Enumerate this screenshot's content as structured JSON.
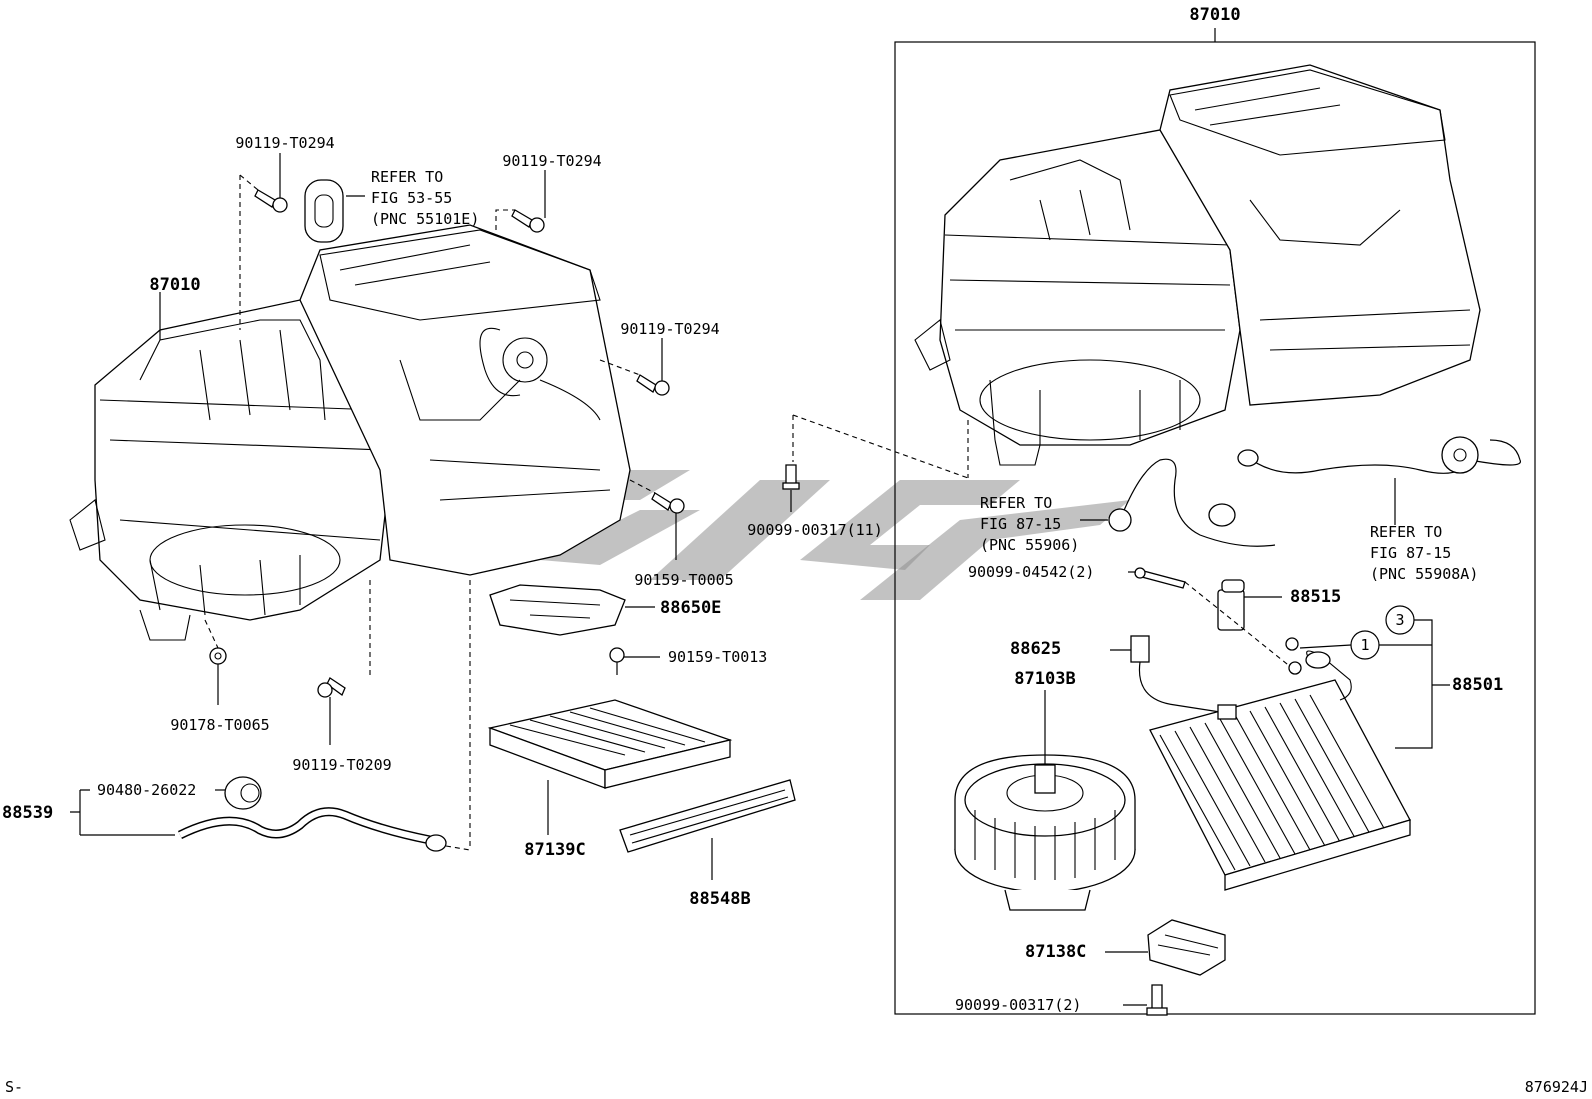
{
  "labels": {
    "assy_top": "87010",
    "assy_left": "87010",
    "screw_a": "90119-T0294",
    "screw_b": "90119-T0294",
    "screw_c": "90119-T0294",
    "refer_a_1": "REFER TO",
    "refer_a_2": "FIG 53-55",
    "refer_a_3": "(PNC 55101E)",
    "screw_d": "90159-T0005",
    "screw_e": "90099-00317(11)",
    "screw_f": "90178-T0065",
    "screw_g": "90119-T0209",
    "grommet": "90480-26022",
    "hose": "88539",
    "amp": "88650E",
    "screw_h": "90159-T0013",
    "filter": "87139C",
    "filter_cover": "88548B",
    "refer_b_1": "REFER TO",
    "refer_b_2": "FIG 87-15",
    "refer_b_3": "(PNC 55906)",
    "bolt": "90099-04542(2)",
    "valve": "88515",
    "refer_c_1": "REFER TO",
    "refer_c_2": "FIG 87-15",
    "refer_c_3": "(PNC 55908A)",
    "callout_3": "3",
    "callout_1": "1",
    "harness": "88625",
    "evaporator": "88501",
    "blower_motor": "87103B",
    "resistor": "87138C",
    "screw_i": "90099-00317(2)",
    "corner_left": "S-",
    "corner_right": "876924J"
  }
}
